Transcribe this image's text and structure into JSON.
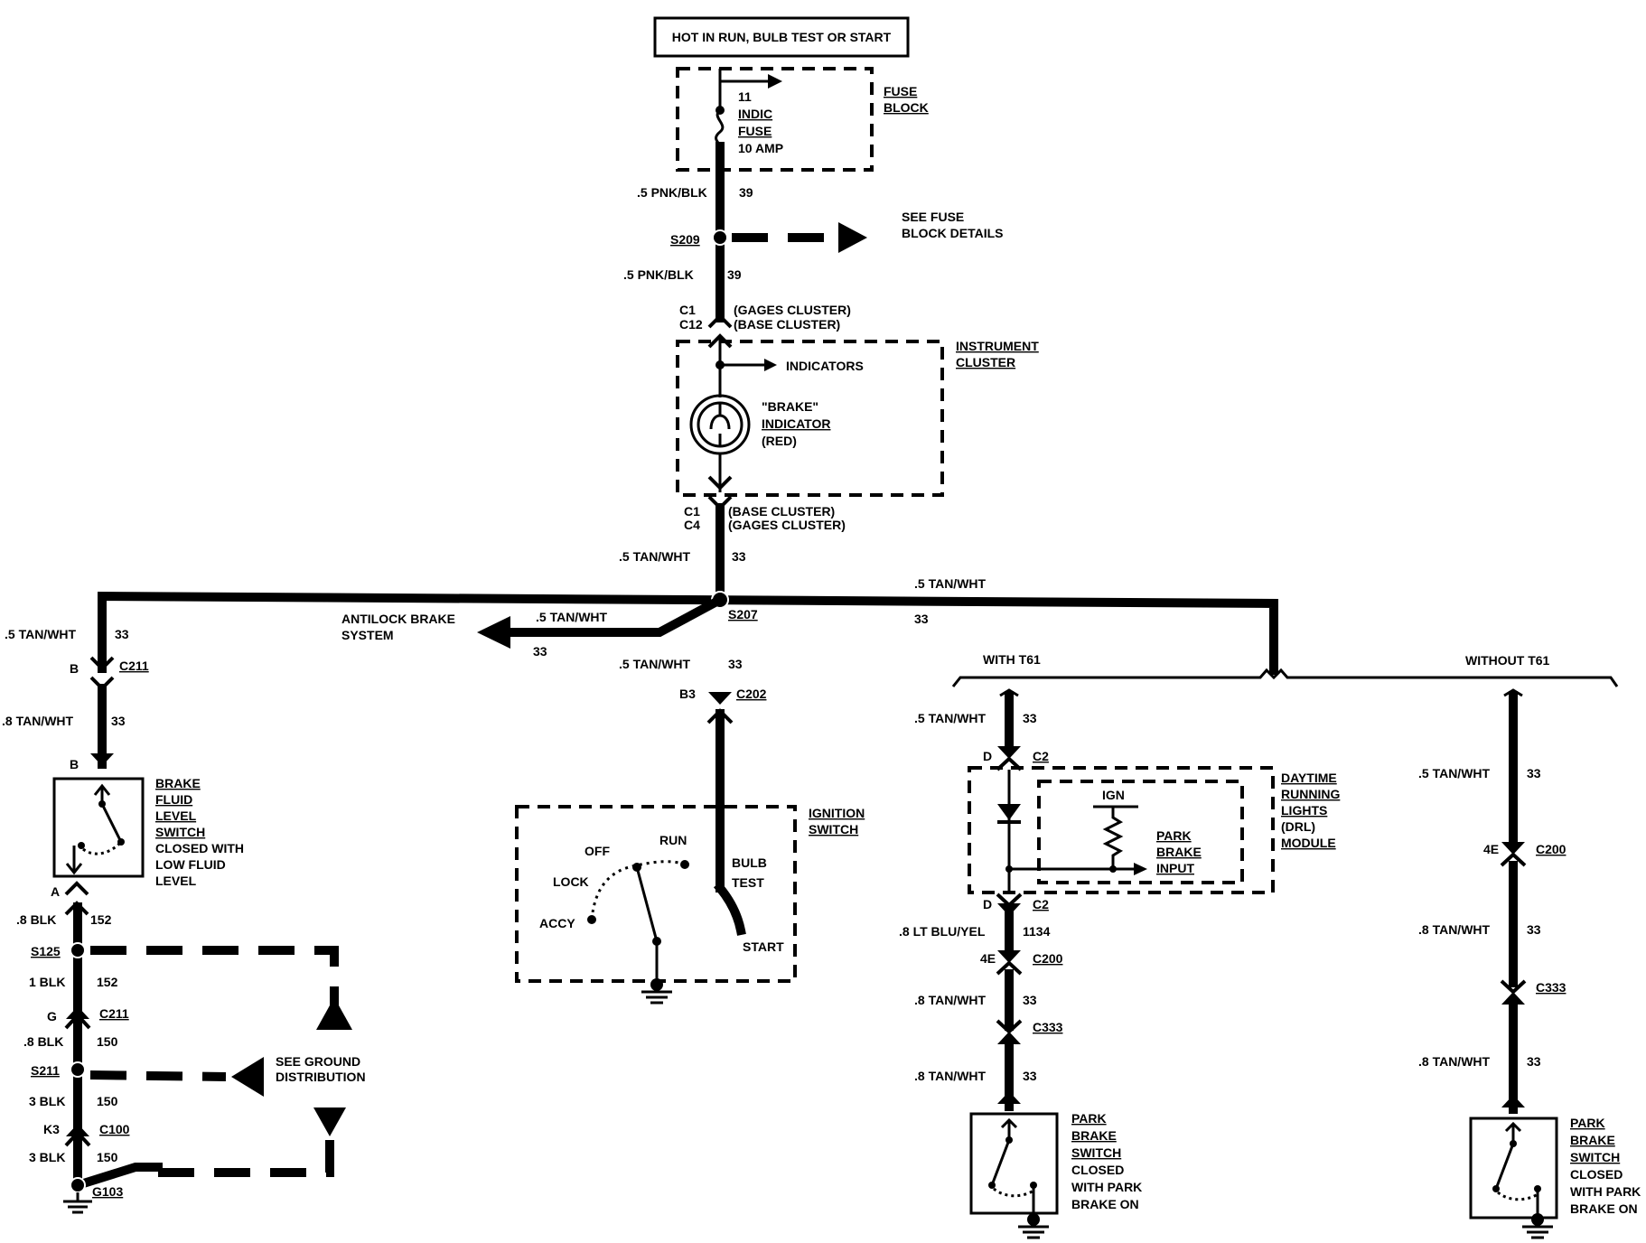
{
  "source": {
    "label": "HOT IN RUN, BULB TEST OR START"
  },
  "fuse_block": {
    "title": [
      "FUSE",
      "BLOCK"
    ],
    "fuse": [
      "11",
      "INDIC",
      "FUSE",
      "10 AMP"
    ]
  },
  "wires": {
    "w1_gauge": ".5 PNK/BLK",
    "w1_circuit": "39",
    "w2_gauge": ".5 PNK/BLK",
    "w2_circuit": "39",
    "w3_gauge": ".5 TAN/WHT",
    "w3_circuit": "33",
    "right_trunk_gauge": ".5 TAN/WHT",
    "right_trunk_circuit": "33",
    "left_a_gauge": ".5 TAN/WHT",
    "left_a_circuit": "33",
    "left_b_gauge": ".8 TAN/WHT",
    "left_b_circuit": "33",
    "abs_gauge": ".5 TAN/WHT",
    "abs_circuit": "33",
    "center_gauge": ".5 TAN/WHT",
    "center_circuit": "33",
    "bf_out_gauge": ".8 BLK",
    "bf_out_circuit": "152",
    "g1_gauge": "1 BLK",
    "g1_circuit": "152",
    "g2_gauge": ".8 BLK",
    "g2_circuit": "150",
    "g3_gauge": "3 BLK",
    "g3_circuit": "150",
    "g4_gauge": "3 BLK",
    "g4_circuit": "150",
    "t61_a_gauge": ".5 TAN/WHT",
    "t61_a_circuit": "33",
    "t61_b_gauge": ".8 LT BLU/YEL",
    "t61_b_circuit": "1134",
    "t61_c_gauge": ".8 TAN/WHT",
    "t61_c_circuit": "33",
    "t61_d_gauge": ".8 TAN/WHT",
    "t61_d_circuit": "33",
    "no_a_gauge": ".5 TAN/WHT",
    "no_a_circuit": "33",
    "no_b_gauge": ".8 TAN/WHT",
    "no_b_circuit": "33",
    "no_c_gauge": ".8 TAN/WHT",
    "no_c_circuit": "33"
  },
  "splices": {
    "s209": "S209",
    "s207": "S207",
    "s125": "S125",
    "s211": "S211"
  },
  "see_fuse_block": [
    "SEE FUSE",
    "BLOCK DETAILS"
  ],
  "see_ground": [
    "SEE GROUND",
    "DISTRIBUTION"
  ],
  "connectors": {
    "top_cluster_pins": [
      "C1",
      "C12"
    ],
    "top_cluster_notes": [
      "(GAGES CLUSTER)",
      "(BASE CLUSTER)"
    ],
    "bot_cluster_pins": [
      "C1",
      "C4"
    ],
    "bot_cluster_notes": [
      "(BASE CLUSTER)",
      "(GAGES CLUSTER)"
    ],
    "c211_pin": "B",
    "c211": "C211",
    "bf_in_pin": "B",
    "bf_out_pin": "A",
    "c211g_pin": "G",
    "c211g": "C211",
    "c100_pin": "K3",
    "c100": "C100",
    "g103": "G103",
    "c202_pin": "B3",
    "c202": "C202",
    "drl_in_pin": "D",
    "drl_in": "C2",
    "drl_out_pin": "D",
    "drl_out": "C2",
    "t61_c200_pin": "4E",
    "t61_c200": "C200",
    "t61_c333": "C333",
    "no_c200_pin": "4E",
    "no_c200": "C200",
    "no_c333": "C333"
  },
  "instrument_cluster": {
    "title": [
      "INSTRUMENT",
      "CLUSTER"
    ],
    "indicators": "INDICATORS",
    "bulb": [
      "\"BRAKE\"",
      "INDICATOR",
      "(RED)"
    ]
  },
  "abs": {
    "label": [
      "ANTILOCK BRAKE",
      "SYSTEM"
    ]
  },
  "brake_fluid_switch": {
    "label": [
      "BRAKE",
      "FLUID",
      "LEVEL",
      "SWITCH",
      "CLOSED WITH",
      "LOW FLUID",
      "LEVEL"
    ]
  },
  "ignition_switch": {
    "title": [
      "IGNITION",
      "SWITCH"
    ],
    "positions": {
      "off": "OFF",
      "run": "RUN",
      "lock": "LOCK",
      "accy": "ACCY",
      "bulb": "BULB",
      "test": "TEST",
      "start": "START"
    }
  },
  "options": {
    "with": "WITH T61",
    "without": "WITHOUT T61"
  },
  "drl_module": {
    "title": [
      "DAYTIME",
      "RUNNING",
      "LIGHTS",
      "(DRL)",
      "MODULE"
    ],
    "ign": "IGN",
    "input": [
      "PARK",
      "BRAKE",
      "INPUT"
    ]
  },
  "park_brake_switch": {
    "label": [
      "PARK",
      "BRAKE",
      "SWITCH",
      "CLOSED",
      "WITH PARK",
      "BRAKE ON"
    ]
  }
}
